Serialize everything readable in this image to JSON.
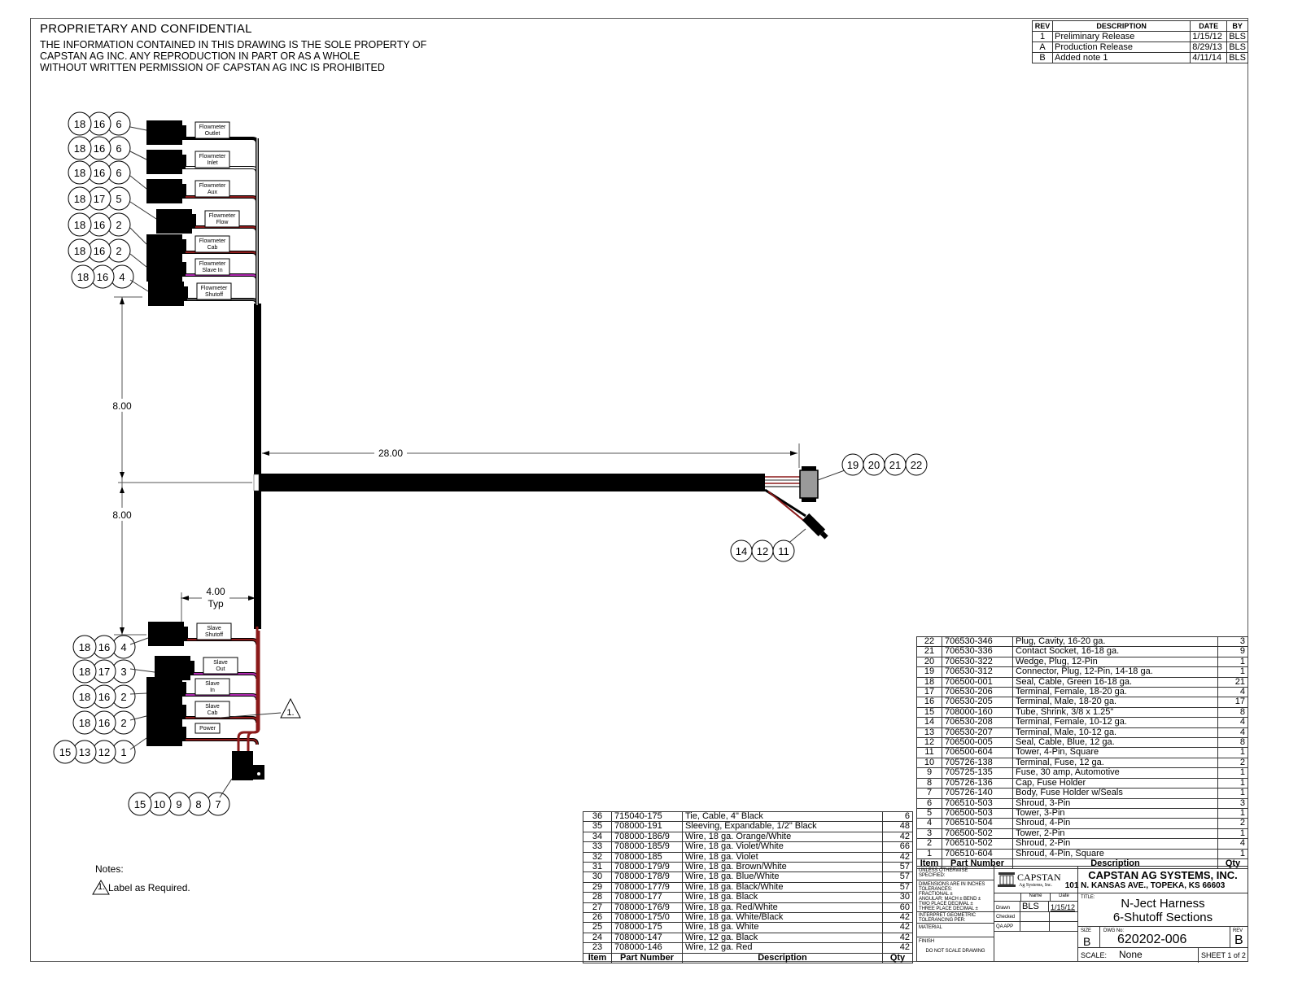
{
  "header": {
    "title": "PROPRIETARY AND CONFIDENTIAL",
    "lines": [
      "THE INFORMATION CONTAINED IN THIS DRAWING IS THE SOLE PROPERTY OF",
      "CAPSTAN AG INC. ANY REPRODUCTION IN PART OR AS A WHOLE",
      "WITHOUT WRITTEN PERMISSION OF CAPSTAN AG INC IS PROHIBITED"
    ]
  },
  "revision_table": {
    "columns": [
      "REV",
      "DESCRIPTION",
      "DATE",
      "BY"
    ],
    "rows": [
      {
        "rev": "1",
        "description": "Preliminary Release",
        "date": "1/15/12",
        "by": "BLS"
      },
      {
        "rev": "A",
        "description": "Production Release",
        "date": "8/29/13",
        "by": "BLS"
      },
      {
        "rev": "B",
        "description": "Added note 1",
        "date": "4/11/14",
        "by": "BLS"
      }
    ]
  },
  "connectors_top": [
    {
      "balloons": [
        "18",
        "16",
        "6"
      ],
      "label": [
        "Flowmeter",
        "Outlet"
      ]
    },
    {
      "balloons": [
        "18",
        "16",
        "6"
      ],
      "label": [
        "Flowmeter",
        "Inlet"
      ]
    },
    {
      "balloons": [
        "18",
        "16",
        "6"
      ],
      "label": [
        "Flowmeter",
        "Aux"
      ]
    },
    {
      "balloons": [
        "18",
        "17",
        "5"
      ],
      "label": [
        "Flowmeter",
        "Flow"
      ]
    },
    {
      "balloons": [
        "18",
        "16",
        "2"
      ],
      "label": [
        "Flowmeter",
        "Cab"
      ]
    },
    {
      "balloons": [
        "18",
        "16",
        "2"
      ],
      "label": [
        "Flowmeter",
        "Slave In"
      ]
    },
    {
      "balloons": [
        "18",
        "16",
        "4"
      ],
      "label": [
        "Flowmeter",
        "Shutoff"
      ]
    }
  ],
  "connectors_bottom": [
    {
      "balloons": [
        "18",
        "16",
        "4"
      ],
      "label": [
        "Slave",
        "Shutoff"
      ]
    },
    {
      "balloons": [
        "18",
        "17",
        "3"
      ],
      "label": [
        "Slave",
        "Out"
      ]
    },
    {
      "balloons": [
        "18",
        "16",
        "2"
      ],
      "label": [
        "Slave",
        "In"
      ]
    },
    {
      "balloons": [
        "18",
        "16",
        "2"
      ],
      "label": [
        "Slave",
        "Cab"
      ]
    },
    {
      "balloons": [
        "15",
        "13",
        "12",
        "1"
      ],
      "label": [
        "Power"
      ]
    }
  ],
  "fuse_balloons": [
    "15",
    "10",
    "9",
    "8",
    "7"
  ],
  "main_connector_balloons": [
    "19",
    "20",
    "21",
    "22"
  ],
  "tower_balloons": [
    "14",
    "12",
    "11"
  ],
  "dimensions": {
    "upper_drop": "8.00",
    "lower_drop": "8.00",
    "trunk_length": "28.00",
    "branch_spacing": "4.00",
    "branch_spacing_note": "Typ"
  },
  "note_flag": "1.",
  "notes": {
    "title": "Notes:",
    "items": [
      {
        "flag": "1.",
        "text": "Label as Required."
      }
    ]
  },
  "bom_right": {
    "columns": [
      "Item",
      "Part Number",
      "Description",
      "Qty"
    ],
    "rows": [
      [
        "22",
        "706530-346",
        "Plug, Cavity, 16-20 ga.",
        "3"
      ],
      [
        "21",
        "706530-336",
        "Contact Socket, 16-18 ga.",
        "9"
      ],
      [
        "20",
        "706530-322",
        "Wedge, Plug, 12-Pin",
        "1"
      ],
      [
        "19",
        "706530-312",
        "Connector, Plug, 12-Pin, 14-18 ga.",
        "1"
      ],
      [
        "18",
        "706500-001",
        "Seal, Cable, Green 16-18 ga.",
        "21"
      ],
      [
        "17",
        "706530-206",
        "Terminal, Female, 18-20 ga.",
        "4"
      ],
      [
        "16",
        "706530-205",
        "Terminal, Male, 18-20 ga.",
        "17"
      ],
      [
        "15",
        "708000-160",
        "Tube, Shrink, 3/8 x 1.25\"",
        "8"
      ],
      [
        "14",
        "706530-208",
        "Terminal, Female, 10-12 ga.",
        "4"
      ],
      [
        "13",
        "706530-207",
        "Terminal, Male, 10-12 ga.",
        "4"
      ],
      [
        "12",
        "706500-005",
        "Seal, Cable, Blue, 12 ga.",
        "8"
      ],
      [
        "11",
        "706500-604",
        "Tower, 4-Pin, Square",
        "1"
      ],
      [
        "10",
        "705726-138",
        "Terminal, Fuse, 12 ga.",
        "2"
      ],
      [
        "9",
        "705725-135",
        "Fuse, 30 amp, Automotive",
        "1"
      ],
      [
        "8",
        "705726-136",
        "Cap, Fuse Holder",
        "1"
      ],
      [
        "7",
        "705726-140",
        "Body, Fuse Holder w/Seals",
        "1"
      ],
      [
        "6",
        "706510-503",
        "Shroud, 3-Pin",
        "3"
      ],
      [
        "5",
        "706500-503",
        "Tower, 3-Pin",
        "1"
      ],
      [
        "4",
        "706510-504",
        "Shroud, 4-Pin",
        "2"
      ],
      [
        "3",
        "706500-502",
        "Tower, 2-Pin",
        "1"
      ],
      [
        "2",
        "706510-502",
        "Shroud, 2-Pin",
        "4"
      ],
      [
        "1",
        "706510-604",
        "Shroud, 4-Pin, Square",
        "1"
      ]
    ]
  },
  "bom_left": {
    "columns": [
      "Item",
      "Part Number",
      "Description",
      "Qty"
    ],
    "rows": [
      [
        "36",
        "715040-175",
        "Tie, Cable, 4\" Black",
        "6"
      ],
      [
        "35",
        "708000-191",
        "Sleeving, Expandable, 1/2\" Black",
        "48"
      ],
      [
        "34",
        "708000-186/9",
        "Wire, 18 ga. Orange/White",
        "42"
      ],
      [
        "33",
        "708000-185/9",
        "Wire, 18 ga. Violet/White",
        "66"
      ],
      [
        "32",
        "708000-185",
        "Wire, 18 ga. Violet",
        "42"
      ],
      [
        "31",
        "708000-179/9",
        "Wire, 18 ga. Brown/White",
        "57"
      ],
      [
        "30",
        "708000-178/9",
        "Wire, 18 ga. Blue/White",
        "57"
      ],
      [
        "29",
        "708000-177/9",
        "Wire, 18 ga. Black/White",
        "57"
      ],
      [
        "28",
        "708000-177",
        "Wire, 18 ga. Black",
        "30"
      ],
      [
        "27",
        "708000-176/9",
        "Wire, 18 ga. Red/White",
        "60"
      ],
      [
        "26",
        "708000-175/0",
        "Wire, 18 ga. White/Black",
        "42"
      ],
      [
        "25",
        "708000-175",
        "Wire, 18 ga. White",
        "42"
      ],
      [
        "24",
        "708000-147",
        "Wire, 12 ga. Black",
        "42"
      ],
      [
        "23",
        "708000-146",
        "Wire, 12 ga. Red",
        "42"
      ]
    ]
  },
  "title_block": {
    "unless_specified": "UNLESS OTHERWISE SPECIFIED:",
    "dims_in": "DIMENSIONS ARE IN INCHES",
    "tolerances": "TOLERANCES:",
    "fractional": "FRACTIONAL ±",
    "angular": "ANGULAR: MACH ±    BEND ±",
    "two_place": "TWO PLACE DECIMAL   ±",
    "three_place": "THREE PLACE DECIMAL  ±",
    "interpret": "INTERPRET GEOMETRIC",
    "tolerancing": "TOLERANCING PER:",
    "material": "MATERIAL",
    "finish": "FINISH",
    "do_not_scale": "DO NOT SCALE DRAWING",
    "logo_name": "CAPSTAN",
    "logo_sub": "Ag Systems, Inc.",
    "company": "CAPSTAN AG SYSTEMS, INC.",
    "address": "101 N. KANSAS AVE., TOPEKA, KS 66603",
    "name_hdr": "Name",
    "date_hdr": "Date",
    "drawn_label": "Drawn",
    "drawn_name": "BLS",
    "drawn_date": "1/15/12",
    "checked_label": "Checked",
    "qa_label": "QA APP",
    "title_label": "TITLE:",
    "title_line1": "N-Ject Harness",
    "title_line2": "6-Shutoff Sections",
    "size_label": "SIZE",
    "size": "B",
    "dwg_label": "DWG No:",
    "dwg_no": "620202-006",
    "rev_label": "REV",
    "rev": "B",
    "scale_label": "SCALE:",
    "scale": "None",
    "sheet": "SHEET 1 of 2"
  },
  "colors": {
    "wire_black": "#000000",
    "wire_red": "#8b1a1a",
    "wire_violet": "#b02ab0",
    "wire_white": "#ffffff",
    "connector_gray": "#9a9a9a",
    "line": "#333333"
  }
}
